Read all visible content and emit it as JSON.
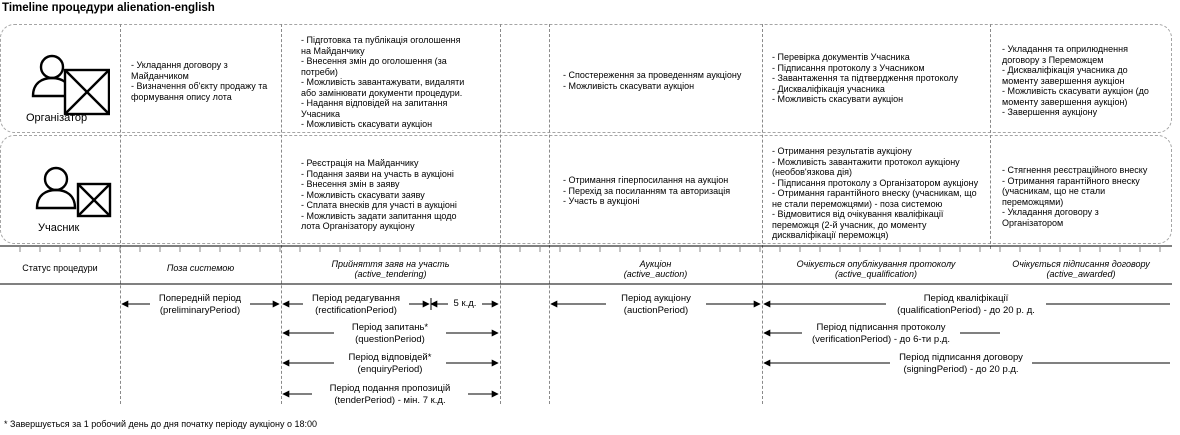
{
  "title": "Timeline процедури alienation-english",
  "actors": [
    {
      "name": "Організатор"
    },
    {
      "name": "Учасник"
    }
  ],
  "organizer_cells": [
    "- Укладання договору з Майданчиком\n- Визначення об'єкту продажу та формування опису лота",
    "- Підготовка та публікація оголошення на Майданчику\n- Внесення змін до оголошення (за потреби)\n- Можливість завантажувати, видаляти або замінювати документи процедури.\n- Надання відповідей на запитання Учасника\n- Можливість скасувати аукціон",
    "- Спостереження за проведенням аукціону\n- Можливість скасувати аукціон",
    "- Перевірка документів Учасника\n- Підписання протоколу з Учасником\n- Завантаження та підтвердження протоколу\n- Дискваліфікація учасника\n- Можливість скасувати аукціон",
    "- Укладання та оприлюднення договору з Переможцем\n- Дискваліфікація учасника до моменту завершення аукціон\n- Можливість скасувати аукціон (до моменту завершення аукціон)\n- Завершення аукціону"
  ],
  "participant_cells": [
    "- Реєстрація на Майданчику\n- Подання заяви на участь в аукціоні\n- Внесення змін в заяву\n- Можливість скасувати заяву\n- Сплата внесків для участі в аукціоні\n- Можливість задати запитання щодо лота Організатору аукціону",
    "- Отримання гіперпосилання на аукціон\n- Перехід за посиланням та авторизація\n- Участь в аукціоні",
    "- Отримання результатів аукціону\n- Можливість завантажити протокол аукціону (необов'язкова дія)\n- Підписання протоколу з Організатором аукціону\n- Отримання гарантійного внеску (учасникам, що не стали переможцями) - поза системою\n- Відмовитися від очікування кваліфікації переможця (2-й учасник, до моменту дискваліфікації переможця)",
    "- Стягнення реєстраційного внеску\n- Отримання гарантійного внеску (учасникам, що не стали переможцями)\n- Укладання договору з Організатором"
  ],
  "statuses": {
    "header": "Статус процедури",
    "out_of_system": "Поза системою",
    "tendering": "Прийняття заяв на участь\n(active_tendering)",
    "auction": "Аукціон\n(active_auction)",
    "qualification": "Очікується опублікування протоколу\n(active_qualification)",
    "awarded": "Очікується підписання договору\n(active_awarded)"
  },
  "periods": {
    "preliminary": "Попередній період\n(preliminaryPeriod)",
    "rectification": "Період редагування\n(rectificationPeriod)",
    "five_days": "5 к.д.",
    "question": "Період запитань*\n(questionPeriod)",
    "enquiry": "Період відповідей*\n(enquiryPeriod)",
    "tender": "Період подання пропозицій\n(tenderPeriod) - мін. 7 к.д.",
    "auction": "Період аукціону\n(auctionPeriod)",
    "qualification": "Період кваліфікації\n(qualificationPeriod) - до 20 р. д.",
    "verification": "Період підписання протоколу\n(verificationPeriod) - до 6-ти р.д.",
    "signing": "Період підписання договору\n(signingPeriod) - до 20 р.д."
  },
  "footnote": "* Завершується за 1 робочий день до дня початку періоду аукціону о 18:00"
}
